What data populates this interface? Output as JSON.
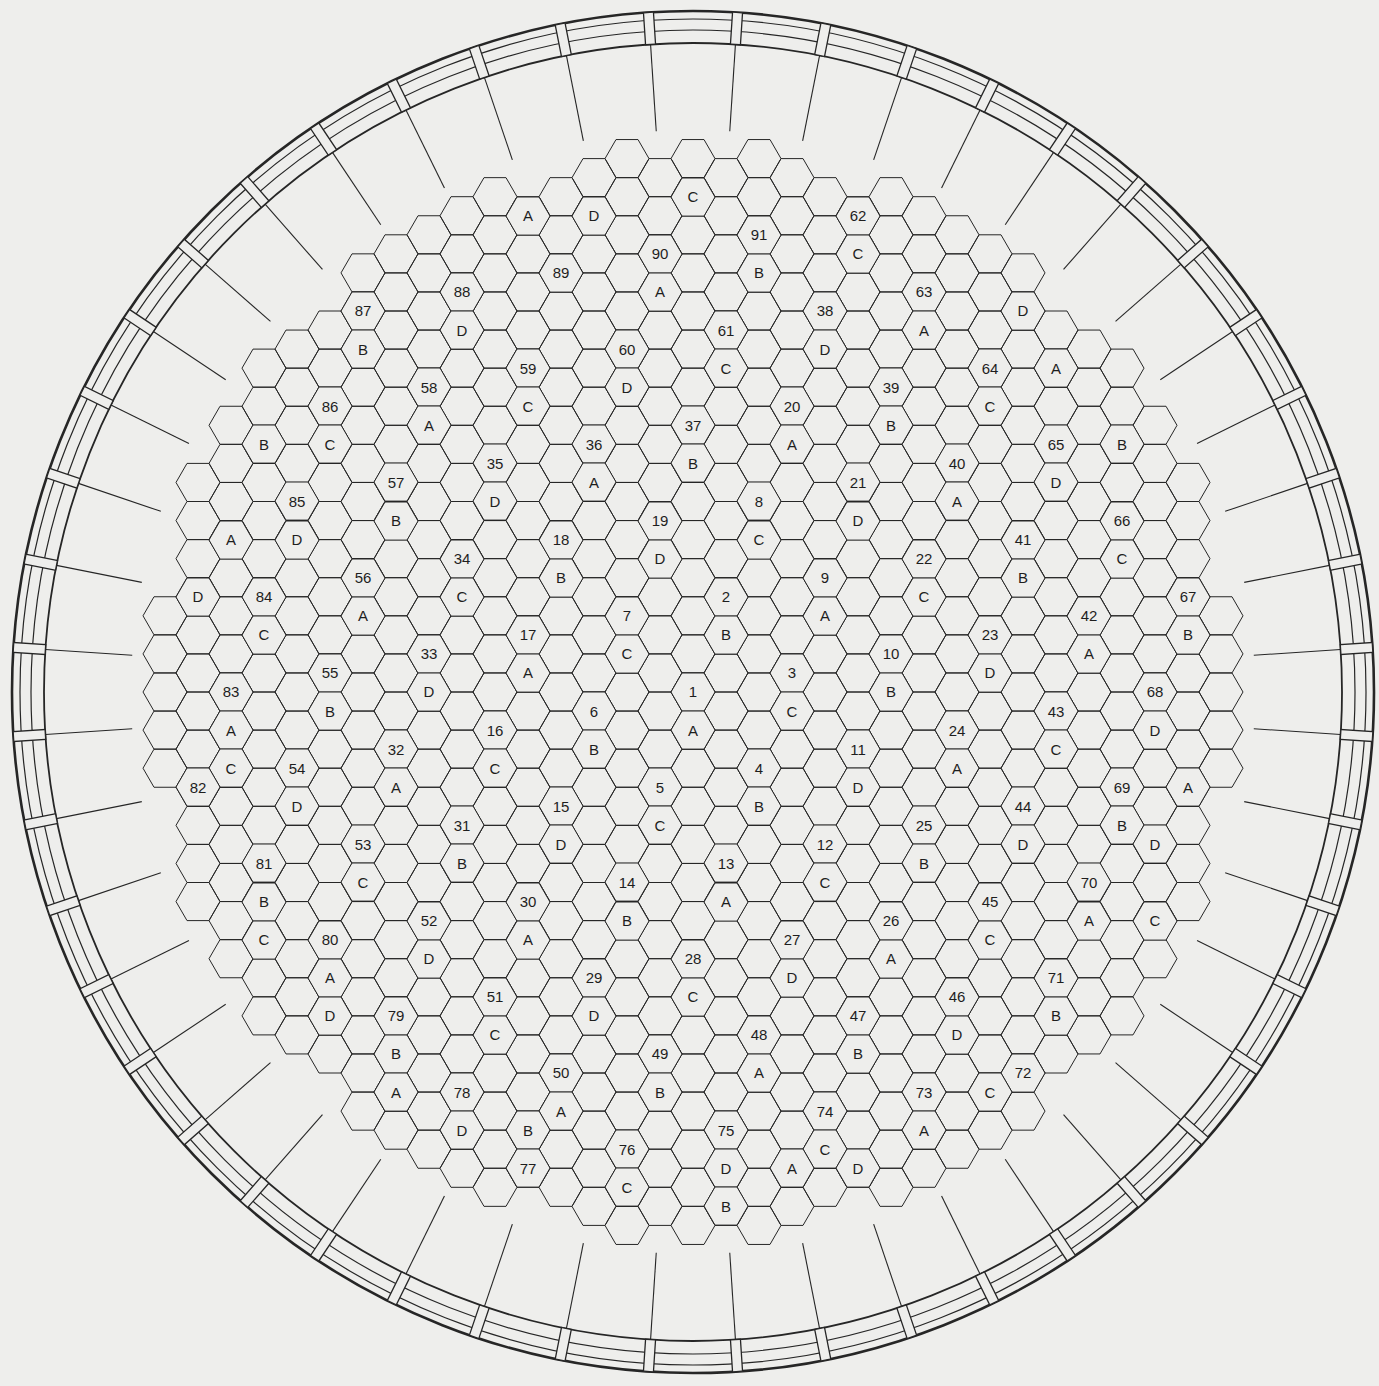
{
  "diagram": {
    "nodes": [
      {
        "text": [
          "A"
        ]
      },
      {
        "text": [
          "D"
        ]
      },
      {
        "text": [
          "C"
        ]
      },
      {
        "text": [
          "62"
        ]
      },
      {
        "text": [
          "C"
        ]
      },
      {
        "text": [
          "91"
        ]
      },
      {
        "text": [
          "B"
        ]
      },
      {
        "text": [
          "90"
        ]
      },
      {
        "text": [
          "A"
        ]
      },
      {
        "text": [
          "89"
        ]
      },
      {
        "text": [
          "63"
        ]
      },
      {
        "text": [
          "A"
        ]
      },
      {
        "text": [
          "D"
        ]
      },
      {
        "text": [
          "88"
        ]
      },
      {
        "text": [
          "D"
        ]
      },
      {
        "text": [
          "87"
        ]
      },
      {
        "text": [
          "B"
        ]
      },
      {
        "text": [
          "38"
        ]
      },
      {
        "text": [
          "D"
        ]
      },
      {
        "text": [
          "61"
        ]
      },
      {
        "text": [
          "C"
        ]
      },
      {
        "text": [
          "60"
        ]
      },
      {
        "text": [
          "D"
        ]
      },
      {
        "text": [
          "59"
        ]
      },
      {
        "text": [
          "C"
        ]
      },
      {
        "text": [
          "64"
        ]
      },
      {
        "text": [
          "C"
        ]
      },
      {
        "text": [
          "A"
        ]
      },
      {
        "text": [
          "58"
        ]
      },
      {
        "text": [
          "A"
        ]
      },
      {
        "text": [
          "39"
        ]
      },
      {
        "text": [
          "B"
        ]
      },
      {
        "text": [
          "86"
        ]
      },
      {
        "text": [
          "C"
        ]
      },
      {
        "text": [
          "20"
        ]
      },
      {
        "text": [
          "A"
        ]
      },
      {
        "text": [
          "37"
        ]
      },
      {
        "text": [
          "B"
        ]
      },
      {
        "text": [
          "36"
        ]
      },
      {
        "text": [
          "A"
        ]
      },
      {
        "text": [
          "65"
        ]
      },
      {
        "text": [
          "D"
        ]
      },
      {
        "text": [
          "B"
        ]
      },
      {
        "text": [
          "B"
        ]
      },
      {
        "text": [
          "35"
        ]
      },
      {
        "text": [
          "D"
        ]
      },
      {
        "text": [
          "40"
        ]
      },
      {
        "text": [
          "A"
        ]
      },
      {
        "text": [
          "57"
        ]
      },
      {
        "text": [
          "B"
        ]
      },
      {
        "text": [
          "21"
        ]
      },
      {
        "text": [
          "D"
        ]
      },
      {
        "text": [
          "8"
        ]
      },
      {
        "text": [
          "C"
        ]
      },
      {
        "text": [
          "66"
        ]
      },
      {
        "text": [
          "C"
        ]
      },
      {
        "text": [
          "85"
        ]
      },
      {
        "text": [
          "D"
        ]
      },
      {
        "text": [
          "19"
        ]
      },
      {
        "text": [
          "D"
        ]
      },
      {
        "text": [
          "18"
        ]
      },
      {
        "text": [
          "B"
        ]
      },
      {
        "text": [
          "41"
        ]
      },
      {
        "text": [
          "B"
        ]
      },
      {
        "text": [
          "A"
        ]
      },
      {
        "text": [
          "22"
        ]
      },
      {
        "text": [
          "C"
        ]
      },
      {
        "text": [
          "34"
        ]
      },
      {
        "text": [
          "C"
        ]
      },
      {
        "text": [
          "56"
        ]
      },
      {
        "text": [
          "A"
        ]
      },
      {
        "text": [
          "9"
        ]
      },
      {
        "text": [
          "A"
        ]
      },
      {
        "text": [
          "2"
        ]
      },
      {
        "text": [
          "B"
        ]
      },
      {
        "text": [
          "67"
        ]
      },
      {
        "text": [
          "B"
        ]
      },
      {
        "text": [
          "D"
        ]
      },
      {
        "text": [
          "84"
        ]
      },
      {
        "text": [
          "C"
        ]
      },
      {
        "text": [
          "42"
        ]
      },
      {
        "text": [
          "A"
        ]
      },
      {
        "text": [
          "7"
        ]
      },
      {
        "text": [
          "C"
        ]
      },
      {
        "text": [
          "23"
        ]
      },
      {
        "text": [
          "D"
        ]
      },
      {
        "text": [
          "17"
        ]
      },
      {
        "text": [
          "A"
        ]
      },
      {
        "text": [
          "33"
        ]
      },
      {
        "text": [
          "D"
        ]
      },
      {
        "text": [
          "10"
        ]
      },
      {
        "text": [
          "B"
        ]
      },
      {
        "text": [
          "3"
        ]
      },
      {
        "text": [
          "C"
        ]
      },
      {
        "text": [
          "55"
        ]
      },
      {
        "text": [
          "B"
        ]
      },
      {
        "text": [
          "68"
        ]
      },
      {
        "text": [
          "D"
        ]
      },
      {
        "text": [
          "1"
        ]
      },
      {
        "text": [
          "A"
        ]
      },
      {
        "text": [
          "43"
        ]
      },
      {
        "text": [
          "C"
        ]
      },
      {
        "text": [
          "83"
        ]
      },
      {
        "text": [
          "A"
        ]
      },
      {
        "text": [
          "6"
        ]
      },
      {
        "text": [
          "B"
        ]
      },
      {
        "text": [
          "24"
        ]
      },
      {
        "text": [
          "A"
        ]
      },
      {
        "text": [
          "16"
        ]
      },
      {
        "text": [
          "C"
        ]
      },
      {
        "text": [
          "11"
        ]
      },
      {
        "text": [
          "D"
        ]
      },
      {
        "text": [
          "32"
        ]
      },
      {
        "text": [
          "A"
        ]
      },
      {
        "text": [
          "4"
        ]
      },
      {
        "text": [
          "B"
        ]
      },
      {
        "text": [
          "C"
        ]
      },
      {
        "text": [
          "54"
        ]
      },
      {
        "text": [
          "D"
        ]
      },
      {
        "text": [
          "82"
        ]
      },
      {
        "text": [
          "69"
        ]
      },
      {
        "text": [
          "B"
        ]
      },
      {
        "text": [
          "A"
        ]
      },
      {
        "text": [
          "5"
        ]
      },
      {
        "text": [
          "C"
        ]
      },
      {
        "text": [
          "44"
        ]
      },
      {
        "text": [
          "D"
        ]
      },
      {
        "text": [
          "15"
        ]
      },
      {
        "text": [
          "D"
        ]
      },
      {
        "text": [
          "25"
        ]
      },
      {
        "text": [
          "B"
        ]
      },
      {
        "text": [
          "31"
        ]
      },
      {
        "text": [
          "B"
        ]
      },
      {
        "text": [
          "D"
        ]
      },
      {
        "text": [
          "12"
        ]
      },
      {
        "text": [
          "C"
        ]
      },
      {
        "text": [
          "53"
        ]
      },
      {
        "text": [
          "C"
        ]
      },
      {
        "text": [
          "13"
        ]
      },
      {
        "text": [
          "A"
        ]
      },
      {
        "text": [
          "81"
        ]
      },
      {
        "text": [
          "B"
        ]
      },
      {
        "text": [
          "70"
        ]
      },
      {
        "text": [
          "A"
        ]
      },
      {
        "text": [
          "14"
        ]
      },
      {
        "text": [
          "B"
        ]
      },
      {
        "text": [
          "45"
        ]
      },
      {
        "text": [
          "C"
        ]
      },
      {
        "text": [
          "30"
        ]
      },
      {
        "text": [
          "A"
        ]
      },
      {
        "text": [
          "C"
        ]
      },
      {
        "text": [
          "26"
        ]
      },
      {
        "text": [
          "A"
        ]
      },
      {
        "text": [
          "52"
        ]
      },
      {
        "text": [
          "D"
        ]
      },
      {
        "text": [
          "C"
        ]
      },
      {
        "text": [
          "80"
        ]
      },
      {
        "text": [
          "A"
        ]
      },
      {
        "text": [
          "27"
        ]
      },
      {
        "text": [
          "D"
        ]
      },
      {
        "text": [
          "28"
        ]
      },
      {
        "text": [
          "C"
        ]
      },
      {
        "text": [
          "71"
        ]
      },
      {
        "text": [
          "B"
        ]
      },
      {
        "text": [
          "29"
        ]
      },
      {
        "text": [
          "D"
        ]
      },
      {
        "text": [
          "46"
        ]
      },
      {
        "text": [
          "D"
        ]
      },
      {
        "text": [
          "51"
        ]
      },
      {
        "text": [
          "C"
        ]
      },
      {
        "text": [
          "D"
        ]
      },
      {
        "text": [
          "79"
        ]
      },
      {
        "text": [
          "B"
        ]
      },
      {
        "text": [
          "47"
        ]
      },
      {
        "text": [
          "B"
        ]
      },
      {
        "text": [
          "48"
        ]
      },
      {
        "text": [
          "A"
        ]
      },
      {
        "text": [
          "49"
        ]
      },
      {
        "text": [
          "B"
        ]
      },
      {
        "text": [
          "72"
        ]
      },
      {
        "text": [
          "C"
        ]
      },
      {
        "text": [
          "50"
        ]
      },
      {
        "text": [
          "A"
        ]
      },
      {
        "text": [
          "73"
        ]
      },
      {
        "text": [
          "A"
        ]
      },
      {
        "text": [
          "A"
        ]
      },
      {
        "text": [
          "78"
        ]
      },
      {
        "text": [
          "D"
        ]
      },
      {
        "text": [
          "74"
        ]
      },
      {
        "text": [
          "C"
        ]
      },
      {
        "text": [
          "75"
        ]
      },
      {
        "text": [
          "D"
        ]
      },
      {
        "text": [
          "B"
        ]
      },
      {
        "text": [
          "76"
        ]
      },
      {
        "text": [
          "C"
        ]
      },
      {
        "text": [
          "A"
        ]
      },
      {
        "text": [
          "D"
        ]
      },
      {
        "text": [
          "77"
        ]
      },
      {
        "text": [
          "B"
        ]
      }
    ]
  }
}
